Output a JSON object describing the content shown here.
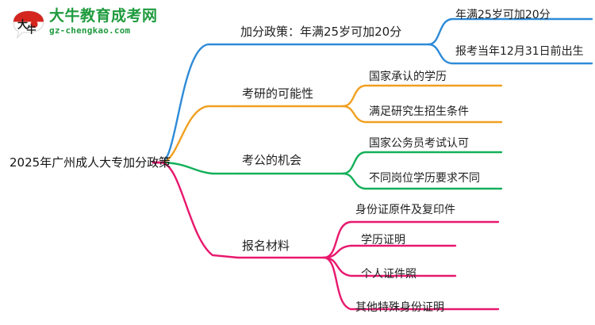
{
  "logo": {
    "mark_name": "daniu-bull-logo",
    "cn_name": "大牛教育成考网",
    "domain": "gz-chengkao.com",
    "brand_green": "#1f9b3f",
    "brand_red": "#d4251f"
  },
  "mindmap": {
    "root": {
      "label": "2025年广州成人大专加分政策"
    },
    "colors": {
      "branch1": "#2e8bd8",
      "branch2": "#f0a020",
      "branch3": "#14b05a",
      "branch4": "#e8186e"
    },
    "branches": [
      {
        "label": "加分政策：年满25岁可加20分",
        "color": "#2e8bd8",
        "children": [
          {
            "label": "年满25岁可加20分"
          },
          {
            "label": "报考当年12月31日前出生"
          }
        ]
      },
      {
        "label": "考研的可能性",
        "color": "#f0a020",
        "children": [
          {
            "label": "国家承认的学历"
          },
          {
            "label": "满足研究生招生条件"
          }
        ]
      },
      {
        "label": "考公的机会",
        "color": "#14b05a",
        "children": [
          {
            "label": "国家公务员考试认可"
          },
          {
            "label": "不同岗位学历要求不同"
          }
        ]
      },
      {
        "label": "报名材料",
        "color": "#e8186e",
        "children": [
          {
            "label": "身份证原件及复印件"
          },
          {
            "label": "学历证明"
          },
          {
            "label": "个人证件照"
          },
          {
            "label": "其他特殊身份证明"
          }
        ]
      }
    ]
  }
}
